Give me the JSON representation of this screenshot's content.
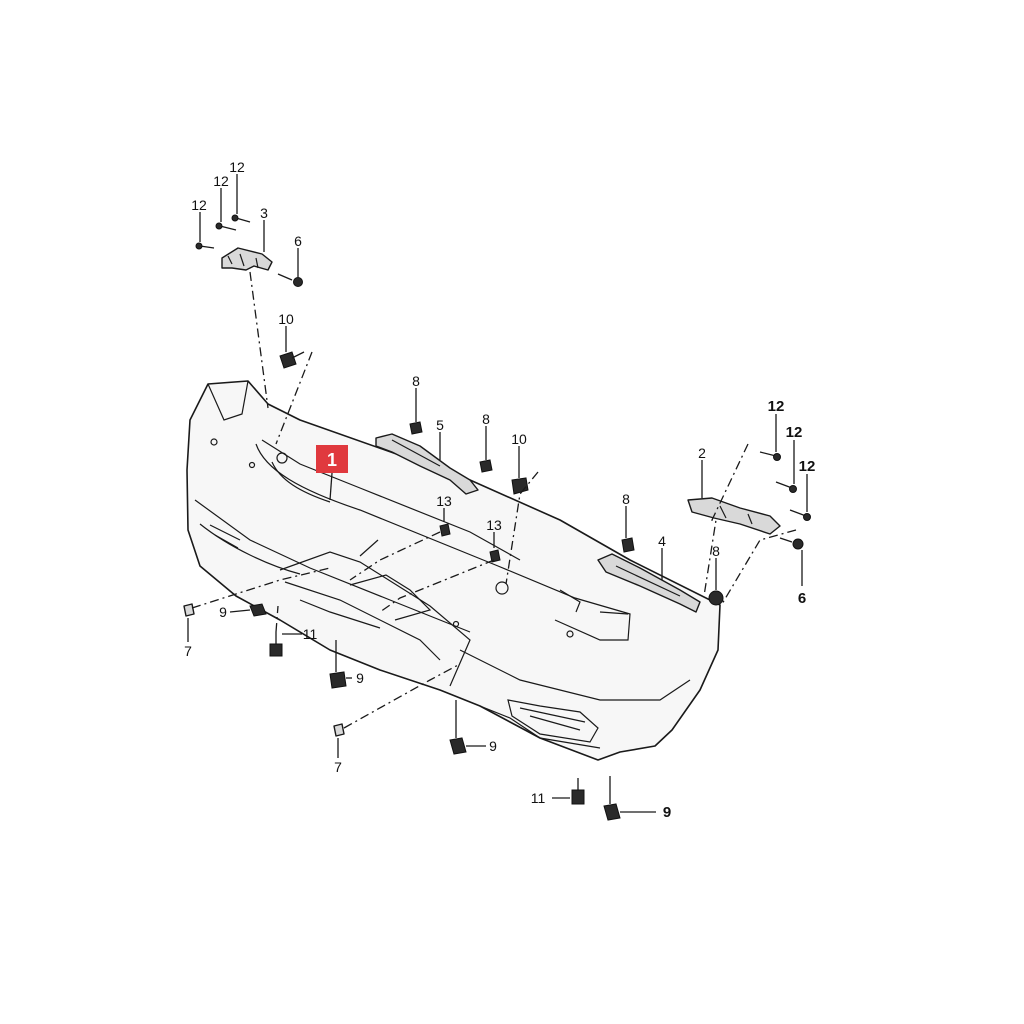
{
  "highlight_color": "#e0393e",
  "main_part_number": "1",
  "callouts": {
    "c12_tl1": "12",
    "c12_tl2": "12",
    "c12_tl3": "12",
    "c3": "3",
    "c6_top": "6",
    "c10_left": "10",
    "c8_a": "8",
    "c5": "5",
    "c8_b": "8",
    "c10_right": "10",
    "c13_a": "13",
    "c13_b": "13",
    "c12_r1": "12",
    "c12_r2": "12",
    "c12_r3": "12",
    "c2": "2",
    "c8_c": "8",
    "c4": "4",
    "c8_d": "8",
    "c6_right": "6",
    "c9_a": "9",
    "c7_a": "7",
    "c11_a": "11",
    "c9_b": "9",
    "c7_b": "7",
    "c9_c": "9",
    "c11_b": "11",
    "c9_d": "9"
  }
}
